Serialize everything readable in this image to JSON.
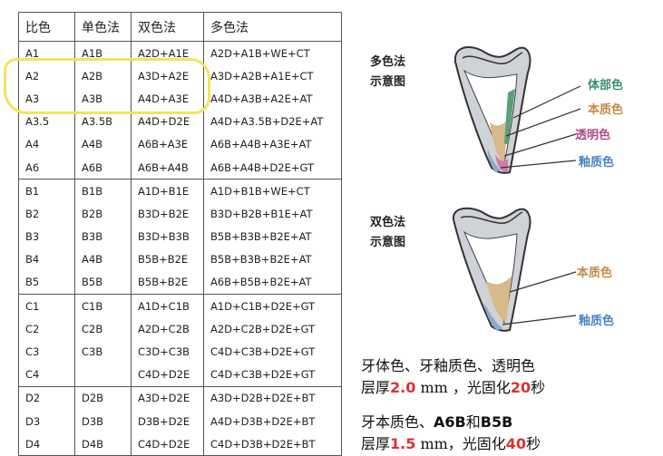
{
  "table": {
    "headers": [
      "比色",
      "单色法",
      "双色法",
      "多色法"
    ],
    "rows": [
      [
        "A1",
        "A1B",
        "A2D+A1E",
        "A2D+A1B+WE+CT"
      ],
      [
        "A2",
        "A2B",
        "A3D+A2E",
        "A3D+A2B+A1E+CT"
      ],
      [
        "A3",
        "A3B",
        "A4D+A3E",
        "A4D+A3B+A2E+AT"
      ],
      [
        "A3.5",
        "A3.5B",
        "A4D+D2E",
        "A4D+A3.5B+D2E+AT"
      ],
      [
        "A4",
        "A4B",
        "A6B+A3E",
        "A6B+A4B+A3E+AT"
      ],
      [
        "A6",
        "A6B",
        "A6B+A4B",
        "A6B+A4B+D2E+GT"
      ],
      [
        "B1",
        "B1B",
        "A1D+B1E",
        "A1D+B1B+WE+CT"
      ],
      [
        "B2",
        "B2B",
        "B3D+B2E",
        "B3D+B2B+B1E+AT"
      ],
      [
        "B3",
        "B3B",
        "B3D+B3B",
        "B5B+B3B+B2E+AT"
      ],
      [
        "B4",
        "A4B",
        "B5B+B2E",
        "B5B+B3B+B2E+AT"
      ],
      [
        "B5",
        "B5B",
        "B5B+B2E",
        "A6B+B5B+B2E+AT"
      ],
      [
        "C1",
        "C1B",
        "A1D+C1B",
        "A1D+C1B+D2E+GT"
      ],
      [
        "C2",
        "C2B",
        "A2D+C2B",
        "A2D+C2B+D2E+GT"
      ],
      [
        "C3",
        "C3B",
        "C3D+C3B",
        "C4D+C3B+D2E+GT"
      ],
      [
        "C4",
        "",
        "C4D+D2E",
        "C4D+C3B+D2E+GT"
      ],
      [
        "D2",
        "D2B",
        "A3D+D2E",
        "A3D+D2B+D2E+BT"
      ],
      [
        "D3",
        "D3B",
        "D3B+D2E",
        "A4D+D3B+D2E+BT"
      ],
      [
        "D4",
        "D4B",
        "C4D+D2E",
        "C4D+D3B+D2E+BT"
      ]
    ]
  },
  "diagram_multi": {
    "title_line1": "多色法",
    "title_line2": "示意图",
    "labels": [
      "体部色",
      "本质色",
      "透明色",
      "釉质色"
    ]
  },
  "diagram_dual": {
    "title_line1": "双色法",
    "title_line2": "示意图",
    "labels": [
      "本质色",
      "釉质色"
    ]
  },
  "notes": {
    "n1_line1": "牙体色、牙釉质色、透明色",
    "n1_pre": "层厚",
    "n1_thick": "2.0",
    "n1_mid": " mm ，光固化",
    "n1_time": "20",
    "n1_post": "秒",
    "n2_pre": "牙本质色、",
    "n2_a": "A6B",
    "n2_and": "和",
    "n2_b": "B5B",
    "n2_l2pre": "层厚",
    "n2_thick": "1.5",
    "n2_mid": " mm，光固化",
    "n2_time": "40",
    "n2_post": "秒"
  },
  "colors": {
    "highlight": "#f2e45a",
    "body_label": "#3c8f73",
    "dentin_label": "#c48a45",
    "translucent_label": "#b04a86",
    "enamel_label": "#4a84c4",
    "accent_number": "#e03030"
  }
}
